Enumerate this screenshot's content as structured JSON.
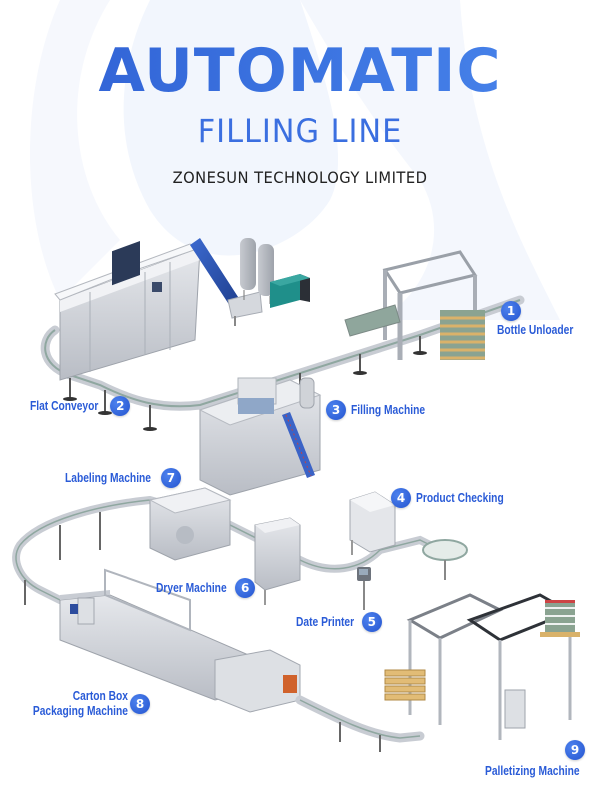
{
  "header": {
    "title": "AUTOMATIC",
    "subtitle": "FILLING LINE",
    "company": "ZONESUN TECHNOLOGY LIMITED"
  },
  "colors": {
    "accent": "#2a5bd7",
    "badge": "#2f62d8",
    "title_gradient_start": "#2f5fd3",
    "title_gradient_end": "#4a86ec",
    "background_swirl": "#eef3fc",
    "machine_steel": "#c9ccd2",
    "pallet_wood": "#d9b26a",
    "compressor_teal": "#1f8f8a"
  },
  "stations": [
    {
      "number": "1",
      "label": "Bottle Unloader",
      "icon": "bottle-unloader-machine"
    },
    {
      "number": "2",
      "label": "Flat Conveyor",
      "icon": "flat-conveyor"
    },
    {
      "number": "3",
      "label": "Filling Machine",
      "icon": "filling-machine"
    },
    {
      "number": "4",
      "label": "Product Checking",
      "icon": "product-checking-machine"
    },
    {
      "number": "5",
      "label": "Date Printer",
      "icon": "date-printer"
    },
    {
      "number": "6",
      "label": "Dryer Machine",
      "icon": "dryer-machine"
    },
    {
      "number": "7",
      "label": "Labeling Machine",
      "icon": "labeling-machine"
    },
    {
      "number": "8",
      "label_line1": "Carton Box",
      "label_line2": "Packaging Machine",
      "icon": "carton-packaging-machine"
    },
    {
      "number": "9",
      "label": "Palletizing Machine",
      "icon": "palletizing-machine"
    }
  ]
}
